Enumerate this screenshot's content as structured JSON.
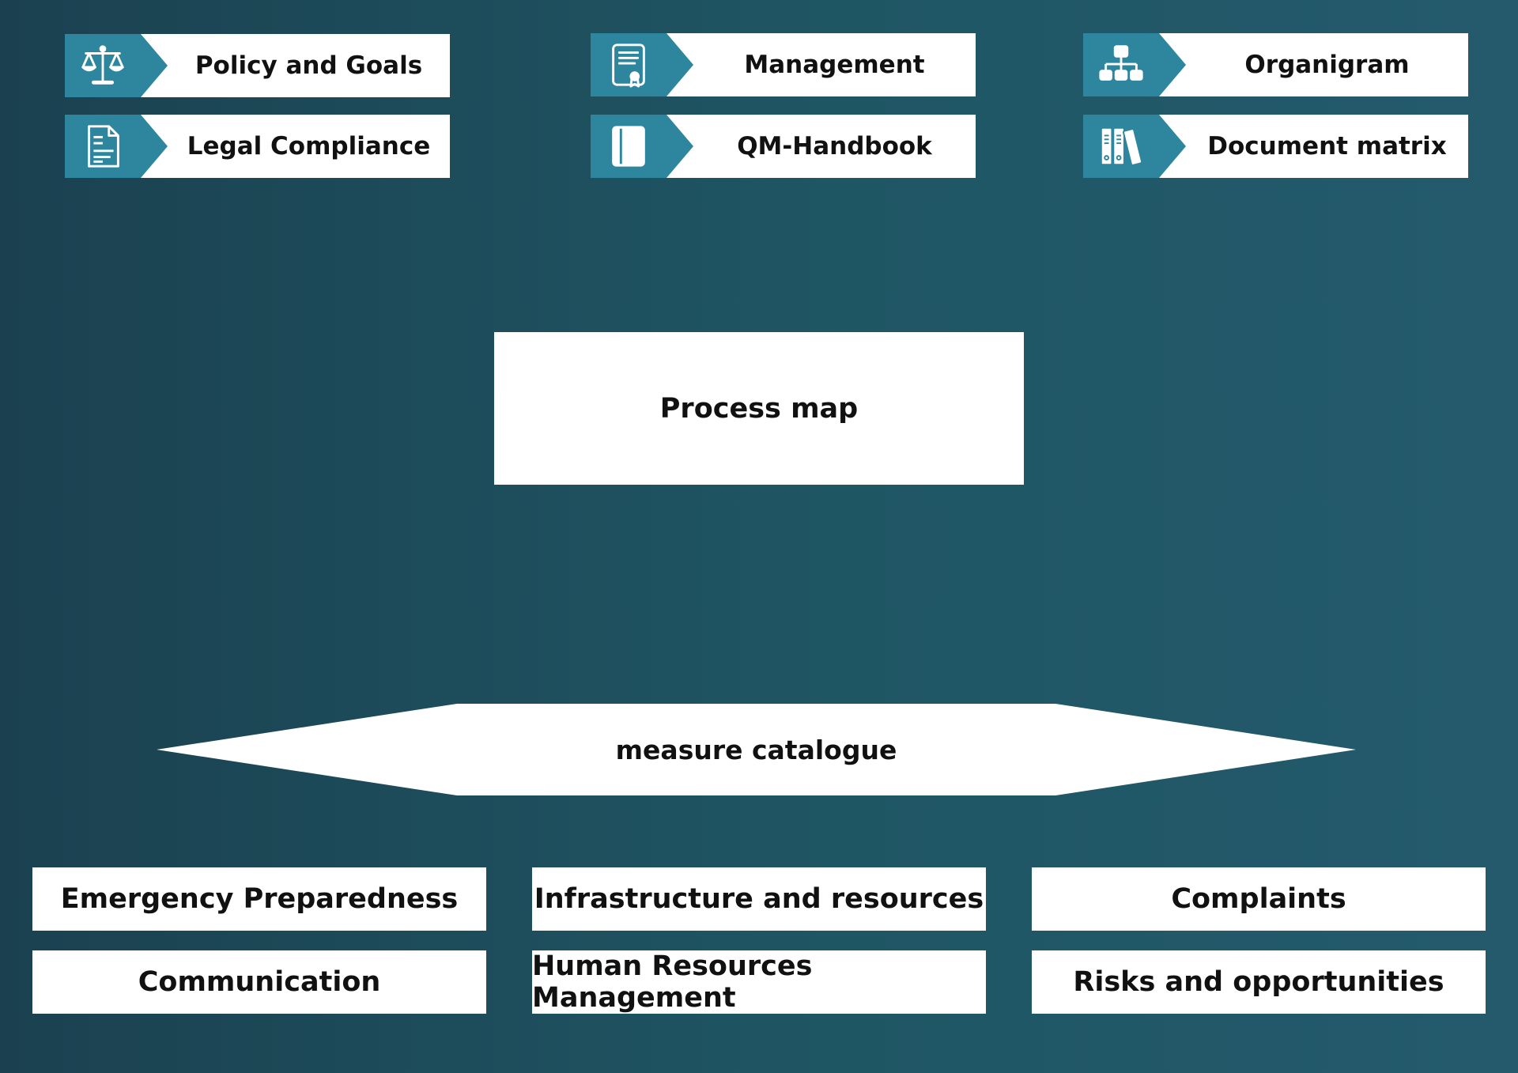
{
  "top_buttons": [
    {
      "label": "Policy and Goals",
      "icon": "scales-icon"
    },
    {
      "label": "Management",
      "icon": "certificate-icon"
    },
    {
      "label": "Organigram",
      "icon": "org-chart-icon"
    },
    {
      "label": "Legal Compliance",
      "icon": "document-icon"
    },
    {
      "label": "QM-Handbook",
      "icon": "book-icon"
    },
    {
      "label": "Document matrix",
      "icon": "binders-icon"
    }
  ],
  "process_map": {
    "label": "Process map"
  },
  "measure_catalogue": {
    "label": "measure catalogue"
  },
  "items": [
    {
      "label": "Emergency Preparedness"
    },
    {
      "label": "Infrastructure and resources"
    },
    {
      "label": "Complaints"
    },
    {
      "label": "Communication"
    },
    {
      "label": "Human Resources Management"
    },
    {
      "label": "Risks and opportunities"
    }
  ],
  "colors": {
    "background_left": "#1b4150",
    "background_right": "#245a6c",
    "icon_accent": "#2e869e",
    "box": "#ffffff",
    "text": "#111111"
  }
}
